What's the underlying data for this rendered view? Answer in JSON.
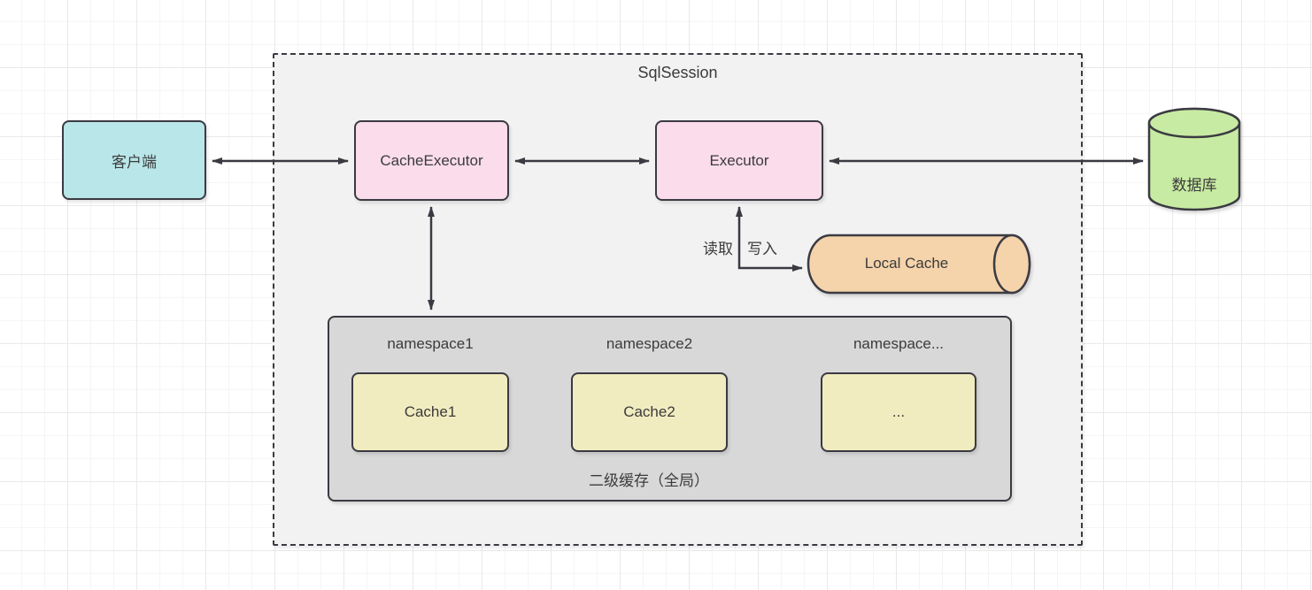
{
  "diagram": {
    "type": "architecture-diagram",
    "container": {
      "title": "SqlSession"
    },
    "nodes": {
      "client": {
        "label": "客户端",
        "shape": "rounded-rect",
        "fill": "#b9e6e8"
      },
      "cache_executor": {
        "label": "CacheExecutor",
        "shape": "rounded-rect",
        "fill": "#fadceb"
      },
      "executor": {
        "label": "Executor",
        "shape": "rounded-rect",
        "fill": "#fadceb"
      },
      "local_cache": {
        "label": "Local Cache",
        "shape": "horizontal-cylinder",
        "fill": "#f5d3ab"
      },
      "database": {
        "label": "数据库",
        "shape": "vertical-cylinder",
        "fill": "#c8eba3"
      },
      "second_level_cache": {
        "label": "二级缓存（全局）",
        "fill": "#d8d8d8",
        "namespaces": [
          {
            "title": "namespace1",
            "cache": "Cache1"
          },
          {
            "title": "namespace2",
            "cache": "Cache2"
          },
          {
            "title": "namespace...",
            "cache": "..."
          }
        ]
      }
    },
    "edges": {
      "labels": {
        "read": "读取",
        "write": "写入"
      },
      "connections": [
        "client <-> cache_executor",
        "cache_executor <-> executor",
        "executor <-> database",
        "cache_executor <-> second_level_cache",
        "executor <-> local_cache (读取/写入)"
      ]
    },
    "colors": {
      "stroke": "#3a3a42",
      "text": "#3b3b3b",
      "container_fill": "#f2f2f2",
      "cache_fill": "#f1ecc0",
      "grid_minor": "#f5f5f5",
      "grid_major": "#e9e9e9"
    }
  }
}
